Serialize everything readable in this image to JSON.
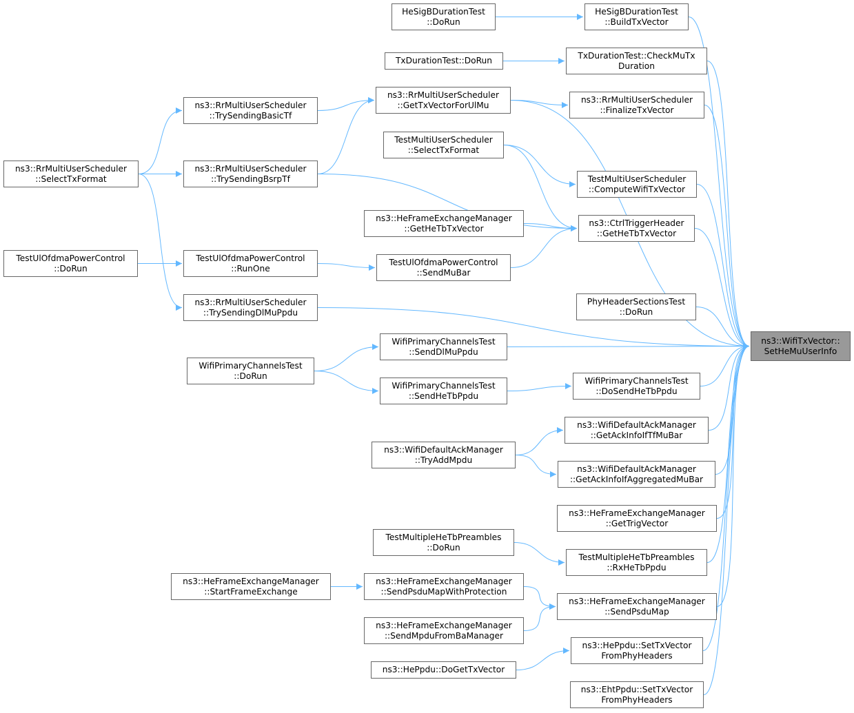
{
  "colors": {
    "edge": "#63b8ff",
    "node_border": "#666666",
    "node_fill": "#ffffff",
    "target_fill": "#999999"
  },
  "nodes": {
    "n_target": [
      "ns3::WifiTxVector::",
      "SetHeMuUserInfo"
    ],
    "n_hesig_build": [
      "HeSigBDurationTest",
      "::BuildTxVector"
    ],
    "n_hesig_run": [
      "HeSigBDurationTest",
      "::DoRun"
    ],
    "n_txdur_check": [
      "TxDurationTest::CheckMuTx",
      "Duration"
    ],
    "n_txdur_run": [
      "TxDurationTest::DoRun"
    ],
    "n_rr_getul": [
      "ns3::RrMultiUserScheduler",
      "::GetTxVectorForUlMu"
    ],
    "n_rr_final": [
      "ns3::RrMultiUserScheduler",
      "::FinalizeTxVector"
    ],
    "n_rr_basic": [
      "ns3::RrMultiUserScheduler",
      "::TrySendingBasicTf"
    ],
    "n_rr_select": [
      "ns3::RrMultiUserScheduler",
      "::SelectTxFormat"
    ],
    "n_rr_bsrp": [
      "ns3::RrMultiUserScheduler",
      "::TrySendingBsrpTf"
    ],
    "n_rr_dlmu": [
      "ns3::RrMultiUserScheduler",
      "::TrySendingDlMuPpdu"
    ],
    "n_tmus_select": [
      "TestMultiUserScheduler",
      "::SelectTxFormat"
    ],
    "n_tmus_compute": [
      "TestMultiUserScheduler",
      "::ComputeWifiTxVector"
    ],
    "n_ctrl": [
      "ns3::CtrlTriggerHeader",
      "::GetHeTbTxVector"
    ],
    "n_hefem_gethetb": [
      "ns3::HeFrameExchangeManager",
      "::GetHeTbTxVector"
    ],
    "n_ulofdma_send": [
      "TestUlOfdmaPowerControl",
      "::SendMuBar"
    ],
    "n_ulofdma_runone": [
      "TestUlOfdmaPowerControl",
      "::RunOne"
    ],
    "n_ulofdma_run": [
      "TestUlOfdmaPowerControl",
      "::DoRun"
    ],
    "n_phyhdr": [
      "PhyHeaderSectionsTest",
      "::DoRun"
    ],
    "n_wpc_dl": [
      "WifiPrimaryChannelsTest",
      "::SendDlMuPpdu"
    ],
    "n_wpc_run": [
      "WifiPrimaryChannelsTest",
      "::DoRun"
    ],
    "n_wpc_hetb": [
      "WifiPrimaryChannelsTest",
      "::SendHeTbPpdu"
    ],
    "n_wpc_dosend": [
      "WifiPrimaryChannelsTest",
      "::DoSendHeTbPpdu"
    ],
    "n_dack_tf": [
      "ns3::WifiDefaultAckManager",
      "::GetAckInfoIfTfMuBar"
    ],
    "n_dack_try": [
      "ns3::WifiDefaultAckManager",
      "::TryAddMpdu"
    ],
    "n_dack_agg": [
      "ns3::WifiDefaultAckManager",
      "::GetAckInfoIfAggregatedMuBar"
    ],
    "n_hefem_trig": [
      "ns3::HeFrameExchangeManager",
      "::GetTrigVector"
    ],
    "n_tmhe_run": [
      "TestMultipleHeTbPreambles",
      "::DoRun"
    ],
    "n_tmhe_rx": [
      "TestMultipleHeTbPreambles",
      "::RxHeTbPpdu"
    ],
    "n_hefem_start": [
      "ns3::HeFrameExchangeManager",
      "::StartFrameExchange"
    ],
    "n_hefem_sendprot": [
      "ns3::HeFrameExchangeManager",
      "::SendPsduMapWithProtection"
    ],
    "n_hefem_sendmap": [
      "ns3::HeFrameExchangeManager",
      "::SendPsduMap"
    ],
    "n_hefem_sendba": [
      "ns3::HeFrameExchangeManager",
      "::SendMpduFromBaManager"
    ],
    "n_heppdu_set": [
      "ns3::HePpdu::SetTxVector",
      "FromPhyHeaders"
    ],
    "n_heppdu_get": [
      "ns3::HePpdu::DoGetTxVector"
    ],
    "n_ehtppdu_set": [
      "ns3::EhtPpdu::SetTxVector",
      "FromPhyHeaders"
    ]
  },
  "edges": [
    [
      "n_hesig_build",
      "n_target"
    ],
    [
      "n_txdur_check",
      "n_target"
    ],
    [
      "n_rr_getul",
      "n_target"
    ],
    [
      "n_rr_final",
      "n_target"
    ],
    [
      "n_tmus_compute",
      "n_target"
    ],
    [
      "n_ctrl",
      "n_target"
    ],
    [
      "n_rr_dlmu",
      "n_target"
    ],
    [
      "n_phyhdr",
      "n_target"
    ],
    [
      "n_wpc_dl",
      "n_target"
    ],
    [
      "n_wpc_dosend",
      "n_target"
    ],
    [
      "n_dack_tf",
      "n_target"
    ],
    [
      "n_dack_agg",
      "n_target"
    ],
    [
      "n_hefem_trig",
      "n_target"
    ],
    [
      "n_tmhe_rx",
      "n_target"
    ],
    [
      "n_hefem_sendmap",
      "n_target"
    ],
    [
      "n_heppdu_set",
      "n_target"
    ],
    [
      "n_ehtppdu_set",
      "n_target"
    ],
    [
      "n_hesig_run",
      "n_hesig_build"
    ],
    [
      "n_txdur_run",
      "n_txdur_check"
    ],
    [
      "n_rr_getul",
      "n_rr_final"
    ],
    [
      "n_rr_basic",
      "n_rr_getul"
    ],
    [
      "n_rr_bsrp",
      "n_rr_getul"
    ],
    [
      "n_rr_select",
      "n_rr_basic"
    ],
    [
      "n_rr_select",
      "n_rr_bsrp"
    ],
    [
      "n_rr_select",
      "n_rr_dlmu"
    ],
    [
      "n_tmus_select",
      "n_tmus_compute"
    ],
    [
      "n_tmus_select",
      "n_ctrl"
    ],
    [
      "n_rr_bsrp",
      "n_ctrl"
    ],
    [
      "n_hefem_gethetb",
      "n_ctrl"
    ],
    [
      "n_ulofdma_send",
      "n_ctrl"
    ],
    [
      "n_ulofdma_runone",
      "n_ulofdma_send"
    ],
    [
      "n_ulofdma_run",
      "n_ulofdma_runone"
    ],
    [
      "n_wpc_run",
      "n_wpc_dl"
    ],
    [
      "n_wpc_run",
      "n_wpc_hetb"
    ],
    [
      "n_wpc_hetb",
      "n_wpc_dosend"
    ],
    [
      "n_dack_try",
      "n_dack_tf"
    ],
    [
      "n_dack_try",
      "n_dack_agg"
    ],
    [
      "n_tmhe_run",
      "n_tmhe_rx"
    ],
    [
      "n_hefem_start",
      "n_hefem_sendprot"
    ],
    [
      "n_hefem_sendprot",
      "n_hefem_sendmap"
    ],
    [
      "n_hefem_sendba",
      "n_hefem_sendmap"
    ],
    [
      "n_heppdu_get",
      "n_heppdu_set"
    ]
  ]
}
